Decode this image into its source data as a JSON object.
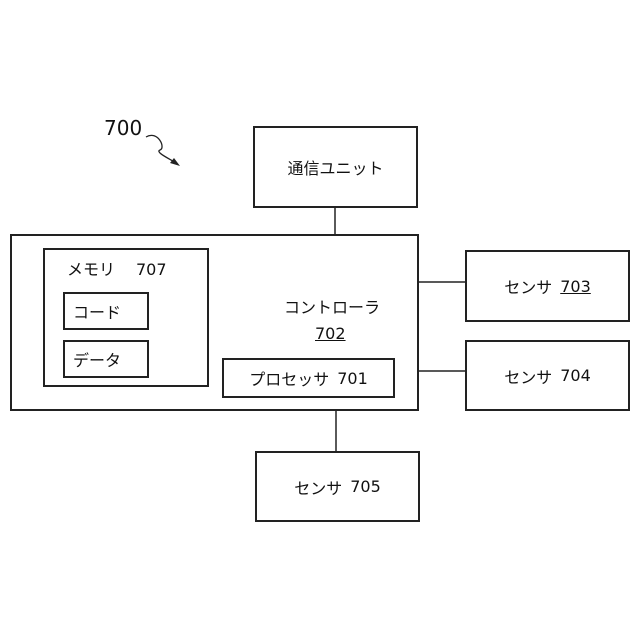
{
  "figure": {
    "ref": "700",
    "comm_unit": {
      "label": "通信ユニット"
    },
    "controller": {
      "label": "コントローラ",
      "num": "702"
    },
    "memory": {
      "label": "メモリ",
      "num": "707",
      "code": "コード",
      "data": "データ"
    },
    "processor": {
      "label": "プロセッサ",
      "num": "701"
    },
    "sensor_703": {
      "label": "センサ",
      "num": "703"
    },
    "sensor_704": {
      "label": "センサ",
      "num": "704"
    },
    "sensor_705": {
      "label": "センサ",
      "num": "705"
    }
  }
}
